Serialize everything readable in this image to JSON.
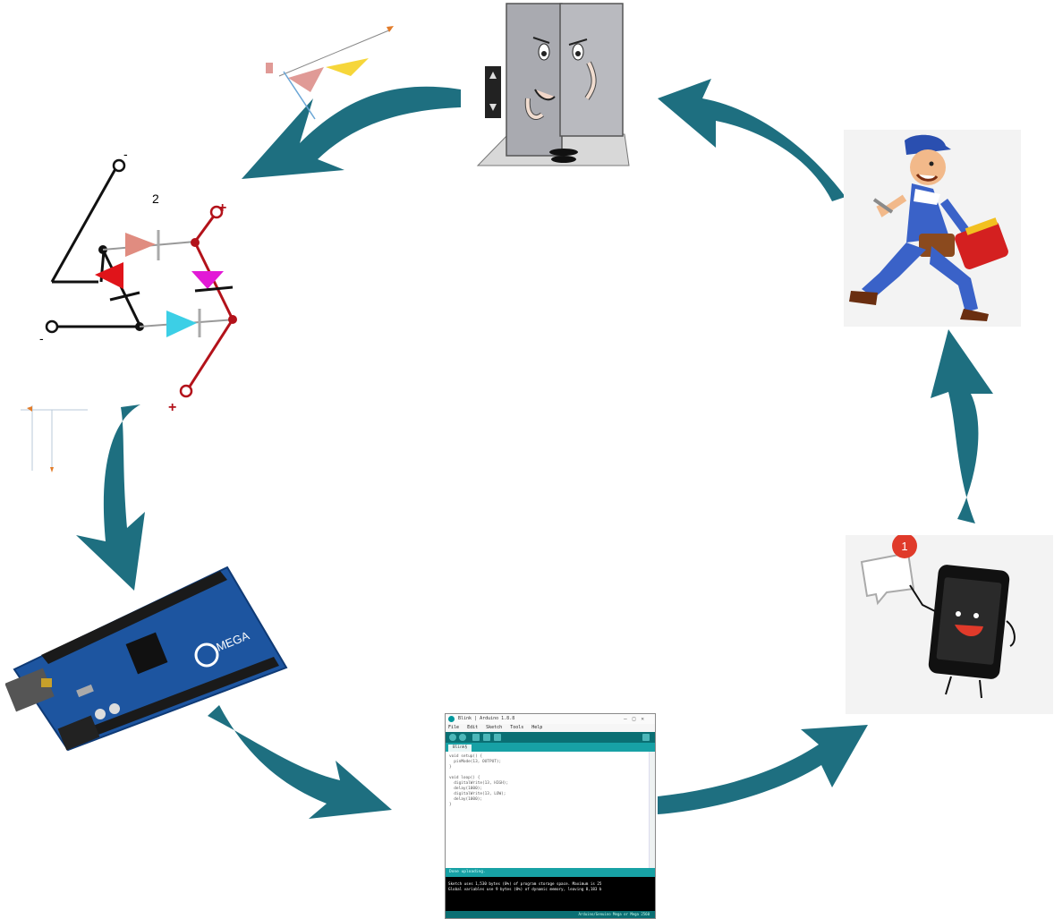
{
  "colors": {
    "arrow": "#1e6f80",
    "board_blue": "#1d55a0",
    "ide_teal": "#0a6f73",
    "ide_teal_light": "#17a1a5",
    "diode_salmon": "#e08c80",
    "diode_magenta": "#e21ad6",
    "diode_red": "#e0141a",
    "diode_cyan": "#3ccfe6",
    "wire_red": "#b3121a"
  },
  "cycle": [
    {
      "id": "door",
      "icon": "cartoon-door-icon"
    },
    {
      "id": "mechanic",
      "icon": "running-repairman-icon"
    },
    {
      "id": "phone",
      "icon": "smartphone-notification-icon"
    },
    {
      "id": "ide",
      "icon": "arduino-ide-icon"
    },
    {
      "id": "board",
      "icon": "arduino-mega-board-icon"
    },
    {
      "id": "circuit",
      "icon": "diode-bridge-circuit-icon"
    }
  ],
  "circuit": {
    "terminal_top_label": "-",
    "terminal_left_label": "-",
    "terminal_right_top_label": "+",
    "terminal_right_bottom_label": "+",
    "node_label": "2"
  },
  "phone": {
    "badge_count": "1"
  },
  "board": {
    "model_label": "MEGA"
  },
  "ide": {
    "window_title": "Blink | Arduino 1.8.8",
    "menu": [
      "File",
      "Edit",
      "Sketch",
      "Tools",
      "Help"
    ],
    "tab_label": "Blink§",
    "code": "void setup() {\n  pinMode(13, OUTPUT);\n}\n\nvoid loop() {\n  digitalWrite(13, HIGH);\n  delay(1000);\n  digitalWrite(13, LOW);\n  delay(1000);\n}",
    "status": "Done uploading.",
    "console": "Sketch uses 1,530 bytes (0%) of program storage space. Maximum is 25\nGlobal variables use 9 bytes (0%) of dynamic memory, leaving 8,183 b",
    "footer": "Arduino/Genuino Mega or Mega 2560"
  }
}
